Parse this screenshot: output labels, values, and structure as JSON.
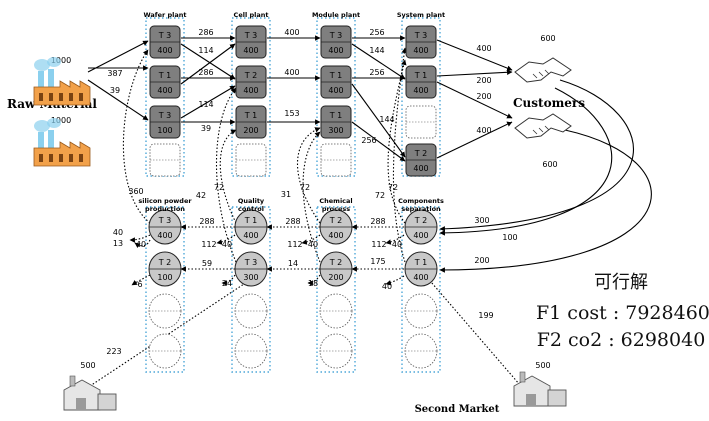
{
  "stages": {
    "forward": [
      "Wafer plant",
      "Cell plant",
      "Module plant",
      "System plant"
    ],
    "reverse": [
      "silicon powder production",
      "Quality control",
      "Chemical process",
      "Components separation"
    ]
  },
  "nodes": {
    "wafer": [
      {
        "t": "T 3",
        "cap": "400"
      },
      {
        "t": "T 1",
        "cap": "400"
      },
      {
        "t": "T 3",
        "cap": "100"
      }
    ],
    "cell": [
      {
        "t": "T 3",
        "cap": "400"
      },
      {
        "t": "T 2",
        "cap": "400"
      },
      {
        "t": "T 1",
        "cap": "200"
      }
    ],
    "module": [
      {
        "t": "T 3",
        "cap": "400"
      },
      {
        "t": "T 1",
        "cap": "400"
      },
      {
        "t": "T 1",
        "cap": "300"
      }
    ],
    "system": [
      {
        "t": "T 3",
        "cap": "400"
      },
      {
        "t": "T 1",
        "cap": "400"
      },
      null,
      {
        "t": "T 2",
        "cap": "400"
      }
    ],
    "silicon": [
      {
        "t": "T 3",
        "cap": "400"
      },
      {
        "t": "T 2",
        "cap": "100"
      }
    ],
    "quality": [
      {
        "t": "T 1",
        "cap": "400"
      },
      {
        "t": "T 3",
        "cap": "300"
      }
    ],
    "chemical": [
      {
        "t": "T 2",
        "cap": "400"
      },
      {
        "t": "T 2",
        "cap": "200"
      }
    ],
    "components": [
      {
        "t": "T 2",
        "cap": "400"
      },
      {
        "t": "T 1",
        "cap": "400"
      }
    ]
  },
  "raw_material": {
    "label": "Raw Material",
    "supply": [
      "1000",
      "1000"
    ]
  },
  "customers": {
    "label": "Customers",
    "demand": [
      "600",
      "600"
    ]
  },
  "second_market": {
    "label": "Second Market",
    "value": "500"
  },
  "factory2_value": "500",
  "flows": {
    "raw_to_wafer": [
      "387",
      "39"
    ],
    "wafer_to_cell": [
      "286",
      "114",
      "286",
      "114",
      "39"
    ],
    "cell_to_module": [
      "400",
      "400",
      "153"
    ],
    "module_to_system": [
      "256",
      "144",
      "256",
      "144",
      "256"
    ],
    "system_to_customers": [
      "400",
      "200",
      "200",
      "400"
    ],
    "customers_to_components": [
      "300",
      "100",
      "200"
    ],
    "reverse_h": [
      "288",
      "288",
      "288",
      "59",
      "14",
      "175"
    ],
    "reverse_out": [
      "40",
      "13",
      "40",
      "6",
      "112",
      "40",
      "24",
      "112",
      "40",
      "18",
      "112",
      "40",
      "40"
    ],
    "reverse_up": [
      "360",
      "42",
      "72",
      "31",
      "72",
      "72",
      "72"
    ],
    "second_market_flows": [
      "223",
      "199"
    ]
  },
  "result": {
    "title": "可行解",
    "f1": "F1 cost : 7928460",
    "f2": "F2 co2 : 6298040"
  },
  "colors": {
    "forward_node": "#7f7f7f",
    "reverse_node": "#c8c8c8",
    "dotted_border": "#4ea7d8",
    "factory_roof": "#f2a14a",
    "factory_smoke": "#8bd0ee"
  }
}
